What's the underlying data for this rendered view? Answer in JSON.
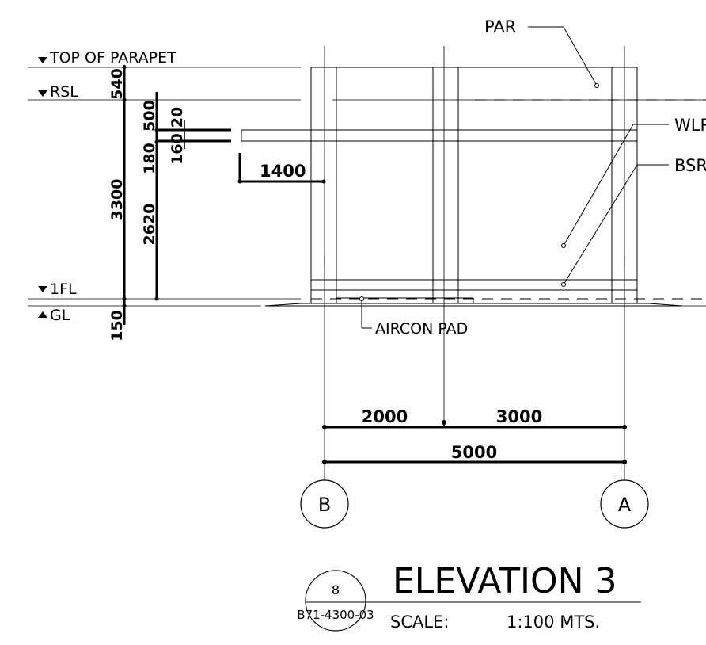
{
  "levels": {
    "top_of_parapet": "TOP OF PARAPET",
    "rsl": "RSL",
    "first_floor": "1FL",
    "ground": "GL"
  },
  "vertical_dims": {
    "d540": "540",
    "d3300": "3300",
    "d150": "150",
    "d500": "500",
    "d180": "180",
    "d2620": "2620",
    "d20": "20",
    "d160": "160"
  },
  "canopy_dim": "1400",
  "callouts": {
    "par": "PAR",
    "wlr": "WLR",
    "bsr": "BSR",
    "aircon_pad": "AIRCON PAD"
  },
  "horizontal_dims": {
    "left_bay": "2000",
    "right_bay": "3000",
    "overall": "5000"
  },
  "grid_labels": {
    "left": "B",
    "right": "A"
  },
  "title_block": {
    "detail_number": "8",
    "sheet_reference": "B71-4300-03",
    "title": "ELEVATION 3",
    "scale_label": "SCALE:",
    "scale_value": "1:100 MTS."
  }
}
